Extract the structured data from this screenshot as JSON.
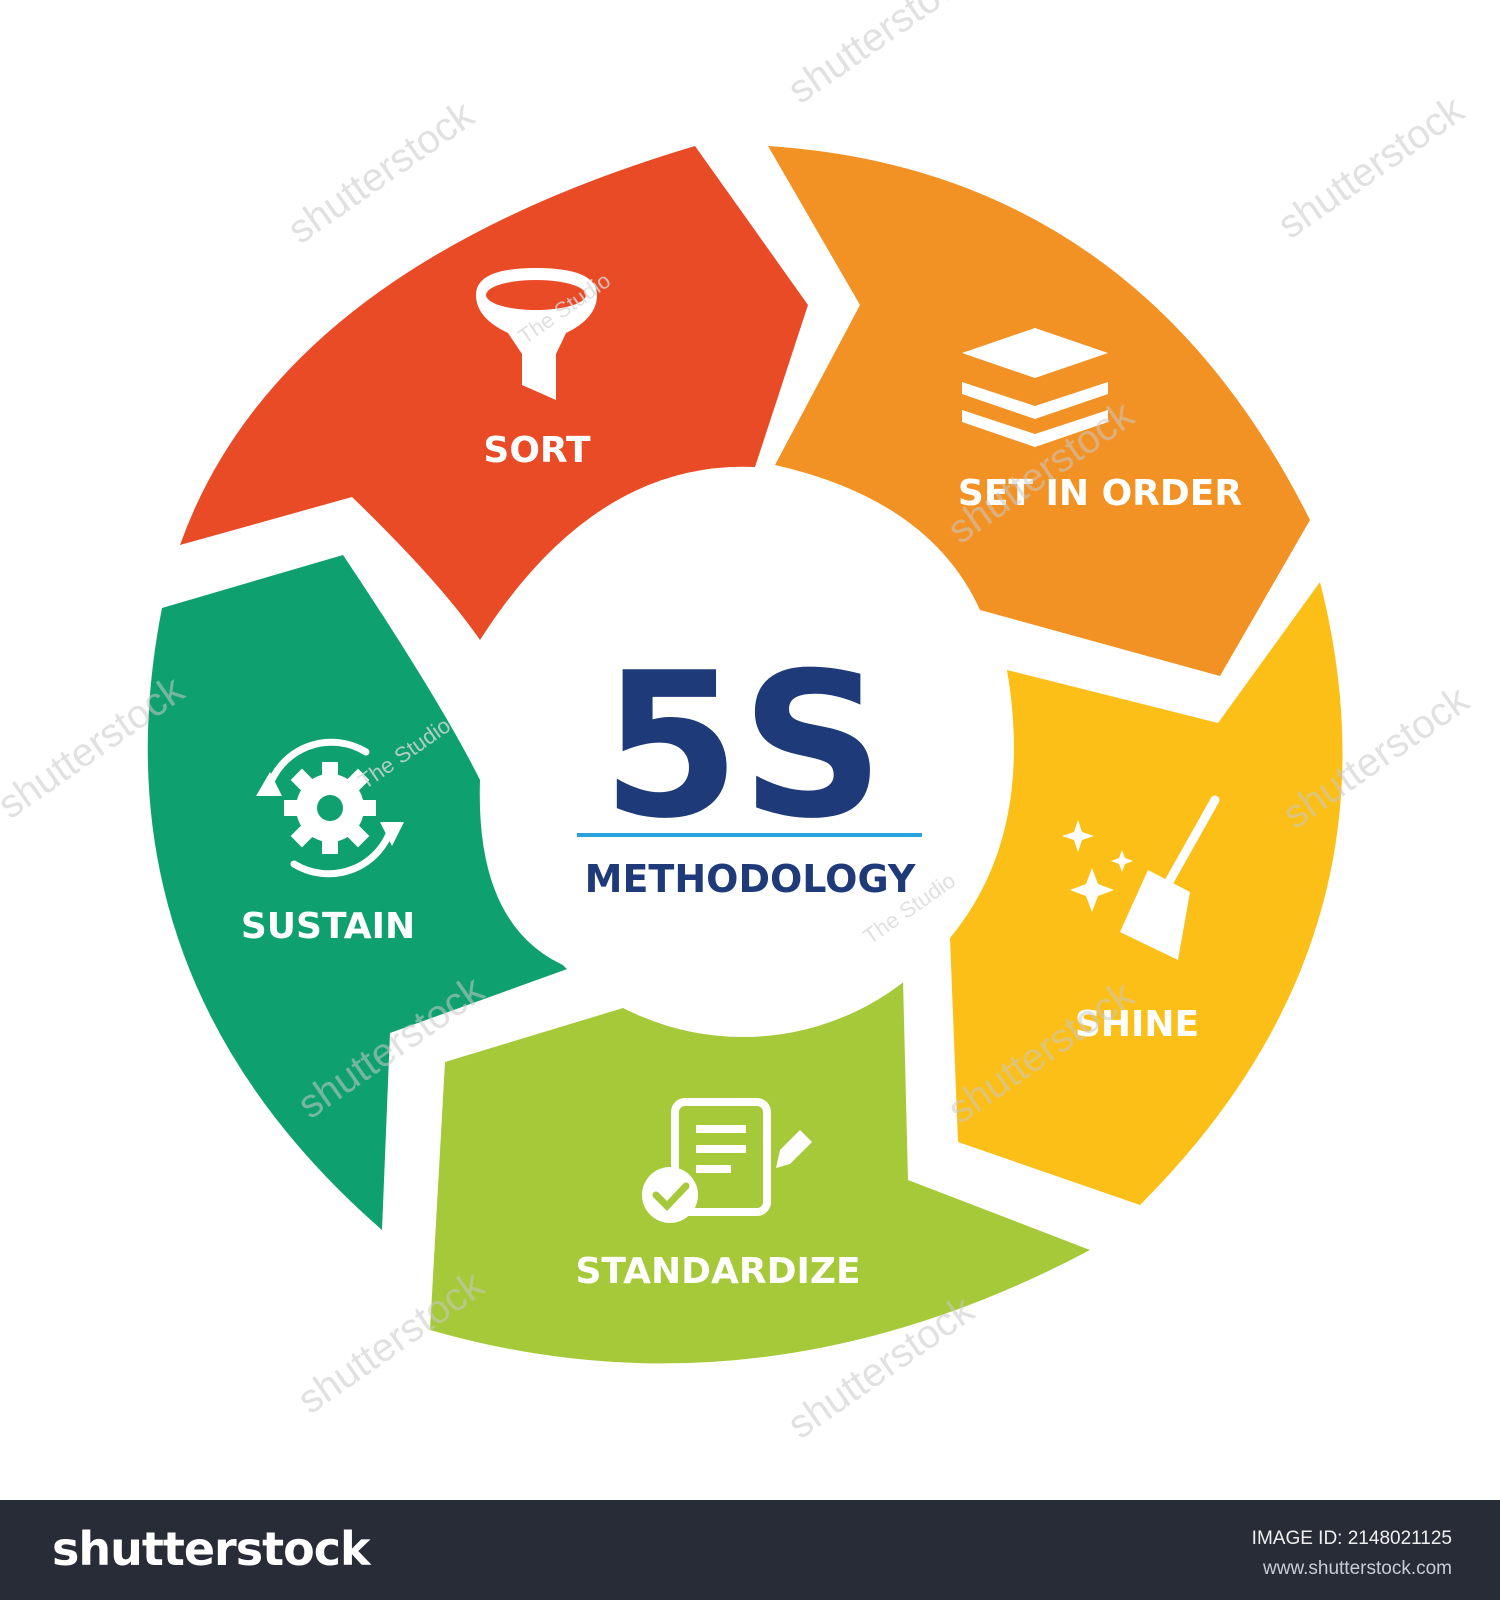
{
  "diagram": {
    "center_title": "5S",
    "center_subtitle": "METHODOLOGY",
    "steps": [
      {
        "label": "SORT",
        "icon": "funnel-icon",
        "color": "#e94b27"
      },
      {
        "label": "SET IN ORDER",
        "icon": "layers-icon",
        "color": "#f39224"
      },
      {
        "label": "SHINE",
        "icon": "broom-sparkle-icon",
        "color": "#fbbf17"
      },
      {
        "label": "STANDARDIZE",
        "icon": "document-check-icon",
        "color": "#a5c938"
      },
      {
        "label": "SUSTAIN",
        "icon": "gear-cycle-icon",
        "color": "#0fa06f"
      }
    ],
    "center_title_color": "#1f3a78",
    "center_rule_color": "#29a3dc"
  },
  "watermark": {
    "brand": "shutterstock",
    "studio": "The Studio"
  },
  "footer": {
    "logo": "shutterstock",
    "image_id": "IMAGE ID: 2148021125",
    "site": "www.shutterstock.com"
  }
}
